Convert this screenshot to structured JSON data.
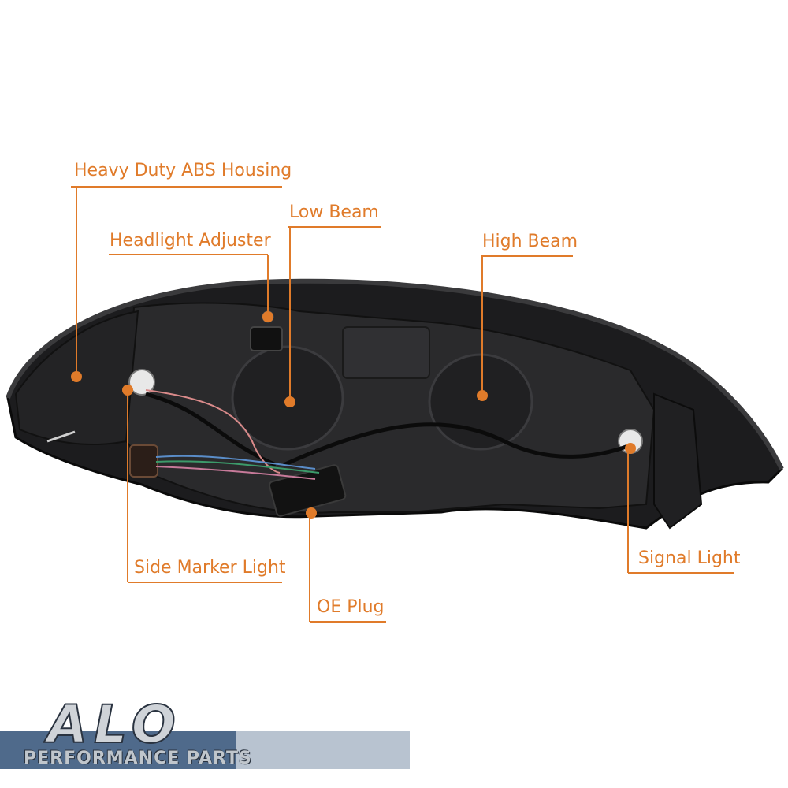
{
  "diagram": {
    "labels": {
      "housing": "Heavy Duty ABS Housing",
      "low_beam": "Low Beam",
      "adjuster": "Headlight Adjuster",
      "high_beam": "High Beam",
      "side_marker": "Side Marker Light",
      "oe_plug": "OE Plug",
      "signal": "Signal Light"
    },
    "accent_color": "#e07b2a"
  },
  "logo": {
    "mark": "ALO",
    "tagline": "PERFORMANCE PARTS"
  }
}
